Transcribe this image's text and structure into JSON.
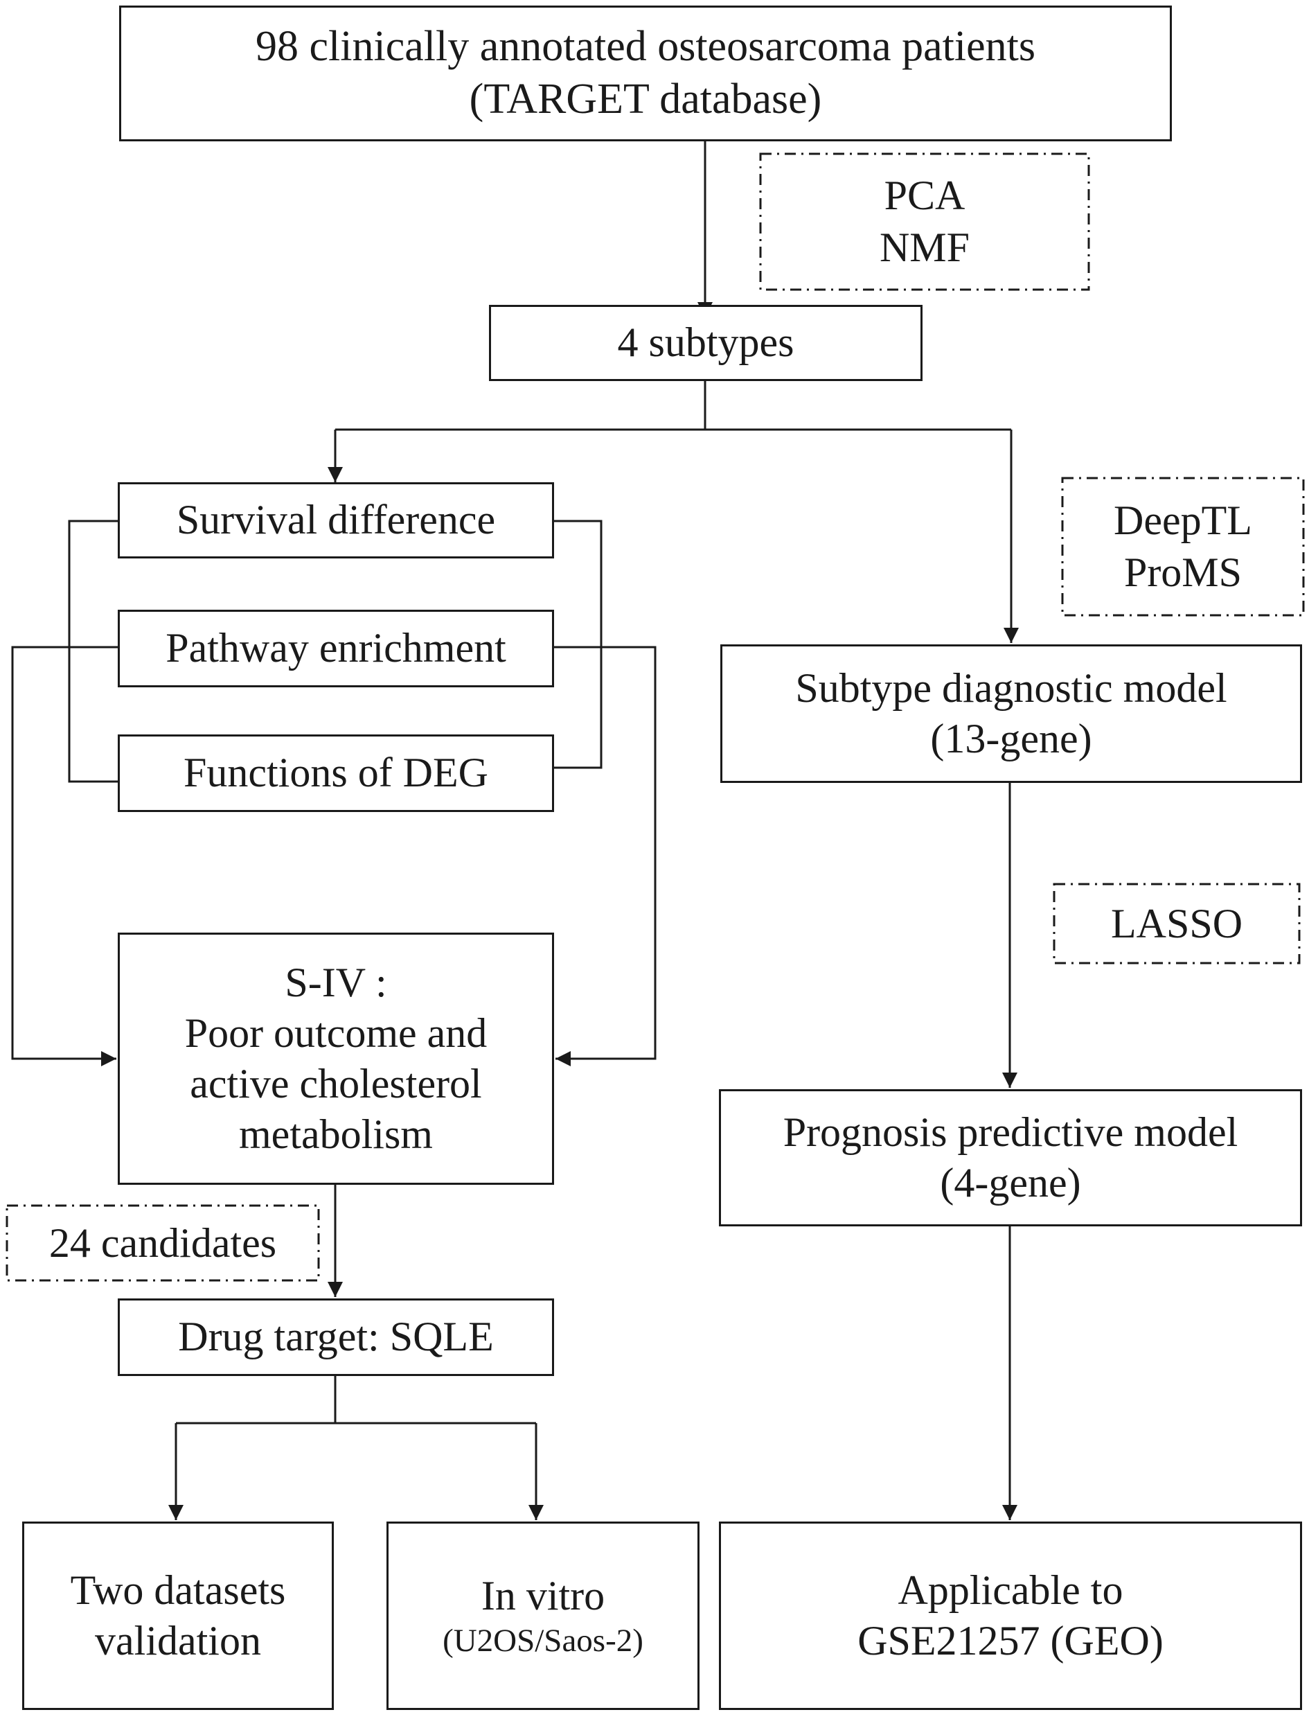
{
  "top": {
    "line1": "98 clinically annotated osteosarcoma patients",
    "line2": "(TARGET database)"
  },
  "methods_clustering": {
    "line1": "PCA",
    "line2": "NMF"
  },
  "subtypes": {
    "label": "4 subtypes"
  },
  "analyses": {
    "survival": "Survival difference",
    "pathway": "Pathway enrichment",
    "deg": "Functions of DEG"
  },
  "siv": {
    "line1": "S-IV :",
    "line2": "Poor outcome and",
    "line3": "active cholesterol",
    "line4": "metabolism"
  },
  "candidates": {
    "label": "24 candidates"
  },
  "drug_target": {
    "label": "Drug target: SQLE"
  },
  "validation": {
    "line1": "Two datasets",
    "line2": "validation"
  },
  "in_vitro": {
    "line1": "In vitro",
    "line2": "(U2OS/Saos-2)"
  },
  "methods_diagnostic": {
    "line1": "DeepTL",
    "line2": "ProMS"
  },
  "diagnostic_model": {
    "line1": "Subtype diagnostic model",
    "line2": "(13-gene)"
  },
  "methods_prognosis": {
    "label": "LASSO"
  },
  "prognosis_model": {
    "line1": "Prognosis predictive model",
    "line2": "(4-gene)"
  },
  "applicable": {
    "line1": "Applicable to",
    "line2": "GSE21257 (GEO)"
  }
}
